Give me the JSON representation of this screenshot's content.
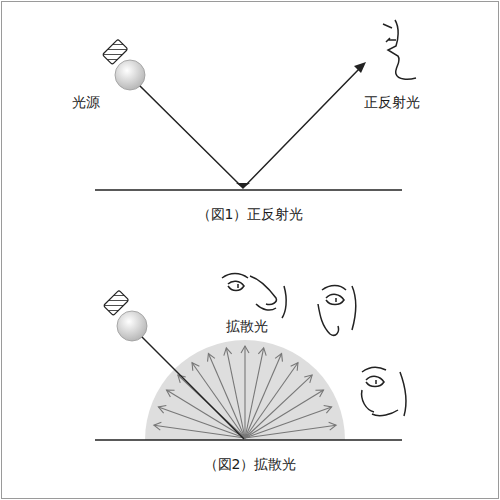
{
  "diagram": {
    "labels": [
      "光源",
      "正反射光",
      "（図1）正反射光",
      "拡散光",
      "（図2）拡散光"
    ]
  }
}
